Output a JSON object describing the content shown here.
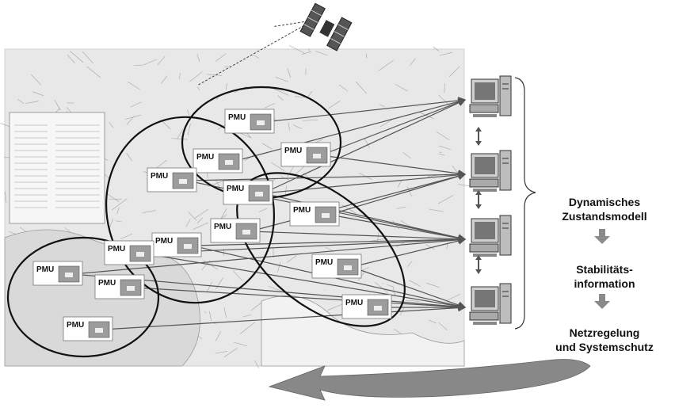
{
  "colors": {
    "map_bg": "#e6e6e6",
    "map_lines": "#9a9a9a",
    "ellipse": "#111111",
    "arrow": "#555555",
    "pmu_box": "#ffffff",
    "pmu_screen": "#9c9c9c",
    "flow_arrow": "#8a8a8a",
    "return_arrow": "#777777"
  },
  "icons": [
    "satellite-icon",
    "computer-icon",
    "double-arrow-icon",
    "down-arrow-icon",
    "curved-return-arrow-icon"
  ],
  "pmu_units": [
    {
      "label": "PMU"
    },
    {
      "label": "PMU"
    },
    {
      "label": "PMU"
    },
    {
      "label": "PMU"
    },
    {
      "label": "PMU"
    },
    {
      "label": "PMU"
    },
    {
      "label": "PMU"
    },
    {
      "label": "PMU"
    },
    {
      "label": "PMU"
    },
    {
      "label": "PMU"
    },
    {
      "label": "PMU"
    },
    {
      "label": "PMU"
    },
    {
      "label": "PMU"
    },
    {
      "label": "PMU"
    }
  ],
  "flow": {
    "step1_line1": "Dynamisches",
    "step1_line2": "Zustandsmodell",
    "step2_line1": "Stabilitäts-",
    "step2_line2": "information",
    "step3_line1": "Netzregelung",
    "step3_line2": "und Systemschutz"
  }
}
